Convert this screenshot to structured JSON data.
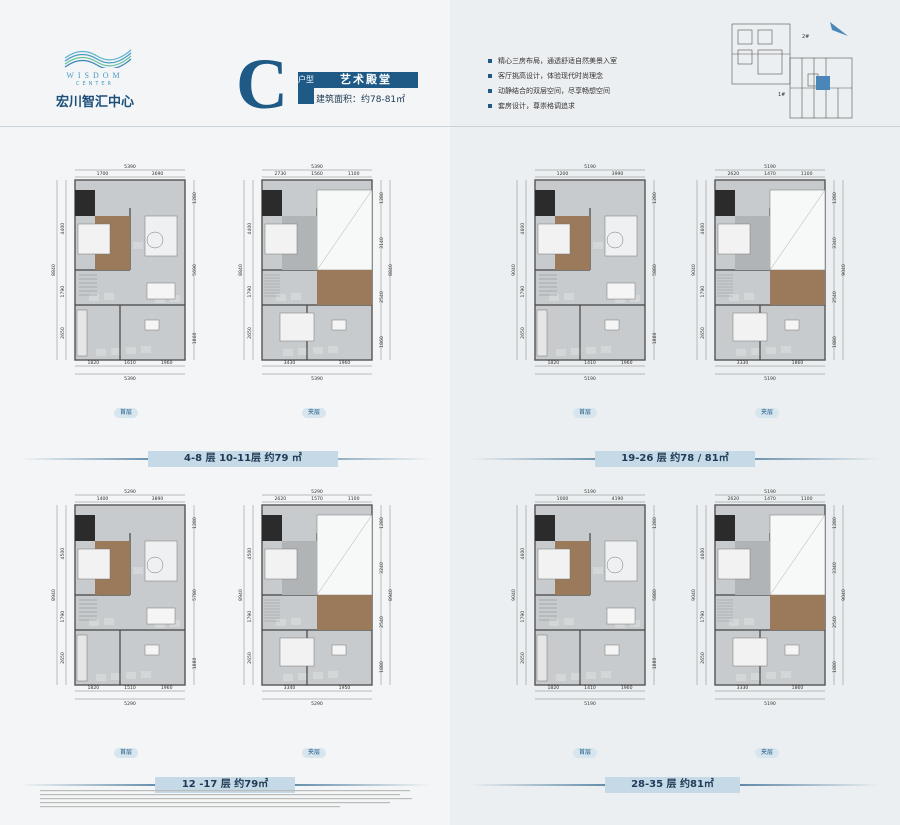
{
  "brand": {
    "name_en": "WISDOM",
    "name_en_sub": "CENTER",
    "name_cn": "宏川智汇中心"
  },
  "unit_type": {
    "letter": "C",
    "tag": "户型",
    "name": "艺术殿堂",
    "area": "建筑面积：约78-81㎡"
  },
  "features": [
    "精心三房布局，通透舒适自然美景入室",
    "客厅挑高设计，体验现代时尚理念",
    "动静结合的双层空间，尽享畅想空间",
    "套房设计，尊崇格调追求"
  ],
  "keyplan": {
    "label_2": "2#",
    "label_1": "1#"
  },
  "floor_labels": {
    "ground": "首层",
    "mezzanine": "夹层"
  },
  "banners": [
    "4-8 层  10-11层   约79 ㎡",
    "19-26 层   约78 / 81㎡",
    "12 -17 层   约79㎡",
    "28-35 层   约81㎡"
  ],
  "plans": [
    {
      "id": "p1",
      "top": [
        "5390",
        "1700",
        "3690"
      ],
      "bottom": [
        "1820",
        "1610",
        "1960"
      ],
      "bottom_total": "5390",
      "left": [
        "4400",
        "1790",
        "2650"
      ],
      "left_total": "8840",
      "right": [
        "1280",
        "5690",
        "1860"
      ]
    },
    {
      "id": "p2",
      "top": [
        "5390",
        "2730",
        "1560",
        "1100"
      ],
      "bottom": [
        "3430",
        "1960"
      ],
      "bottom_total": "5390",
      "left": [
        "4400",
        "1790",
        "2650"
      ],
      "left_total": "8840",
      "right": [
        "1280",
        "3140",
        "2540",
        "1860"
      ]
    },
    {
      "id": "p3",
      "top": [
        "5190",
        "1200",
        "3990"
      ],
      "bottom": [
        "1820",
        "1410",
        "1960"
      ],
      "bottom_total": "5190",
      "left": [
        "4600",
        "1790",
        "2650"
      ],
      "left_total": "9040",
      "right": [
        "1280",
        "5880",
        "1880"
      ]
    },
    {
      "id": "p4",
      "top": [
        "5190",
        "2620",
        "1470",
        "1100"
      ],
      "bottom": [
        "3330",
        "1860"
      ],
      "bottom_total": "5190",
      "left": [
        "4600",
        "1790",
        "2650"
      ],
      "left_total": "9040",
      "right": [
        "1280",
        "3340",
        "2540",
        "1880"
      ]
    },
    {
      "id": "p5",
      "top": [
        "5290",
        "1400",
        "3890"
      ],
      "bottom": [
        "1820",
        "1510",
        "1960"
      ],
      "bottom_total": "5290",
      "left": [
        "4500",
        "1790",
        "2650"
      ],
      "left_total": "8940",
      "right": [
        "1280",
        "5780",
        "1880"
      ]
    },
    {
      "id": "p6",
      "top": [
        "5290",
        "2620",
        "1570",
        "1100"
      ],
      "bottom": [
        "3340",
        "1950"
      ],
      "bottom_total": "5290",
      "left": [
        "4500",
        "1790",
        "2650"
      ],
      "left_total": "8940",
      "right": [
        "1280",
        "3240",
        "2540",
        "1880"
      ]
    },
    {
      "id": "p7",
      "top": [
        "5190",
        "1000",
        "4190"
      ],
      "bottom": [
        "1820",
        "1410",
        "1960"
      ],
      "bottom_total": "5190",
      "left": [
        "4600",
        "1790",
        "2650"
      ],
      "left_total": "9040",
      "right": [
        "1280",
        "5880",
        "1880"
      ]
    },
    {
      "id": "p8",
      "top": [
        "5190",
        "2620",
        "1470",
        "1100"
      ],
      "bottom": [
        "3330",
        "1860"
      ],
      "bottom_total": "5190",
      "left": [
        "4600",
        "1790",
        "2650"
      ],
      "left_total": "9040",
      "right": [
        "1280",
        "3340",
        "2540",
        "1880"
      ]
    }
  ],
  "colors": {
    "accent": "#1e5a85",
    "wall": "#2b2b2b",
    "floor_gray": "#b9bdbf",
    "wood": "#9a7a5a",
    "banner_bg": "#c5d9e6"
  }
}
